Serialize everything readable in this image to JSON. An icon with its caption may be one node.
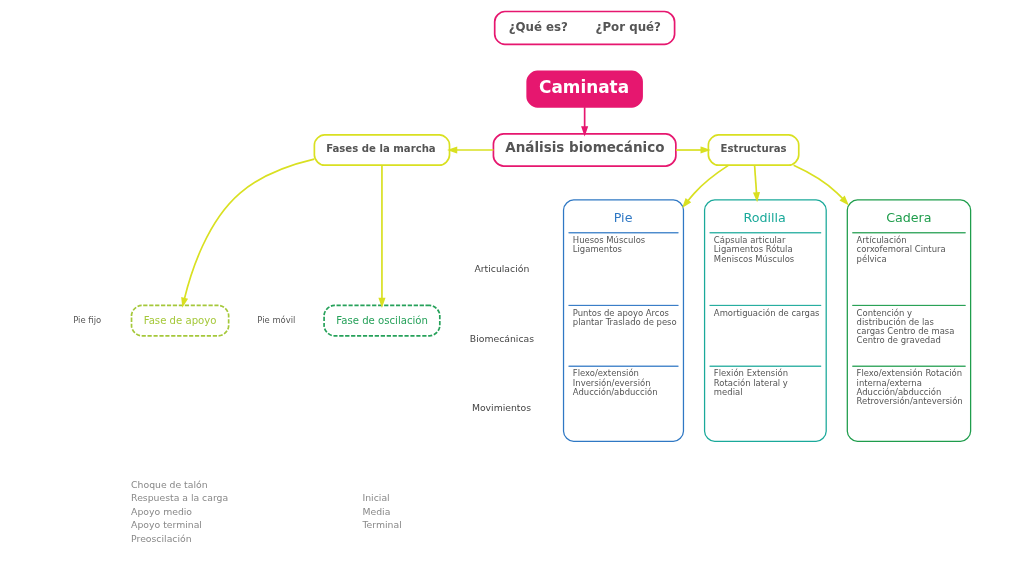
{
  "diagram": {
    "nodes": [
      {
        "text": [
          "¿Qué es?",
          "¿Por qué?"
        ]
      },
      {
        "text": [
          "Caminata"
        ]
      },
      {
        "text": [
          "Análisis biomecánico"
        ]
      },
      {
        "text": [
          "Fases de la marcha"
        ]
      },
      {
        "text": [
          "Estructuras"
        ]
      },
      {
        "text": [
          "Fase de apoyo"
        ],
        "beside": [
          "Pie fijo"
        ]
      },
      {
        "text": [
          "Fase de oscilación"
        ],
        "beside": [
          "Pie móvil"
        ]
      },
      {
        "text": [
          "Pie",
          "Huesos Músculos Ligamentos",
          "Puntos de apoyo Arcos plantar Traslado de peso",
          "Flexo/extensión Inversión/eversión Aducción/abducción"
        ]
      },
      {
        "text": [
          "Rodilla",
          "Cápsula articular Ligamentos Rótula Meniscos Músculos",
          "Amortiguación de cargas",
          "Flexión Extensión Rotación lateral y medial"
        ]
      },
      {
        "text": [
          "Cadera",
          "Artículación corxofemoral Cintura pélvica",
          "Contención y distribución de las cargas Centro de masa Centro de gravedad",
          "Flexo/extensión Rotación interna/externa Aducción/abducción Retroversión/anteversión"
        ]
      }
    ],
    "edges": [
      {
        "from": 1,
        "to": 2,
        "arrow": "to",
        "color": "#e6176f"
      },
      {
        "from": 2,
        "to": 3,
        "arrow": "to"
      },
      {
        "from": 2,
        "to": 4,
        "arrow": "to"
      },
      {
        "from": 3,
        "to": 5,
        "arrow": "to"
      },
      {
        "from": 3,
        "to": 6,
        "arrow": "to"
      },
      {
        "from": 4,
        "to": 7,
        "arrow": "to"
      },
      {
        "from": 4,
        "to": 8,
        "arrow": "to"
      },
      {
        "from": 4,
        "to": 9,
        "arrow": "to"
      }
    ],
    "labels": [
      "Choque de talón",
      "Respuesta a la carga",
      "Apoyo medio",
      "Apoyo terminal",
      "Preoscilación",
      "Inicial",
      "Media",
      "Terminal",
      "Articulación",
      "Biomecánicas",
      "Movimientos"
    ]
  }
}
